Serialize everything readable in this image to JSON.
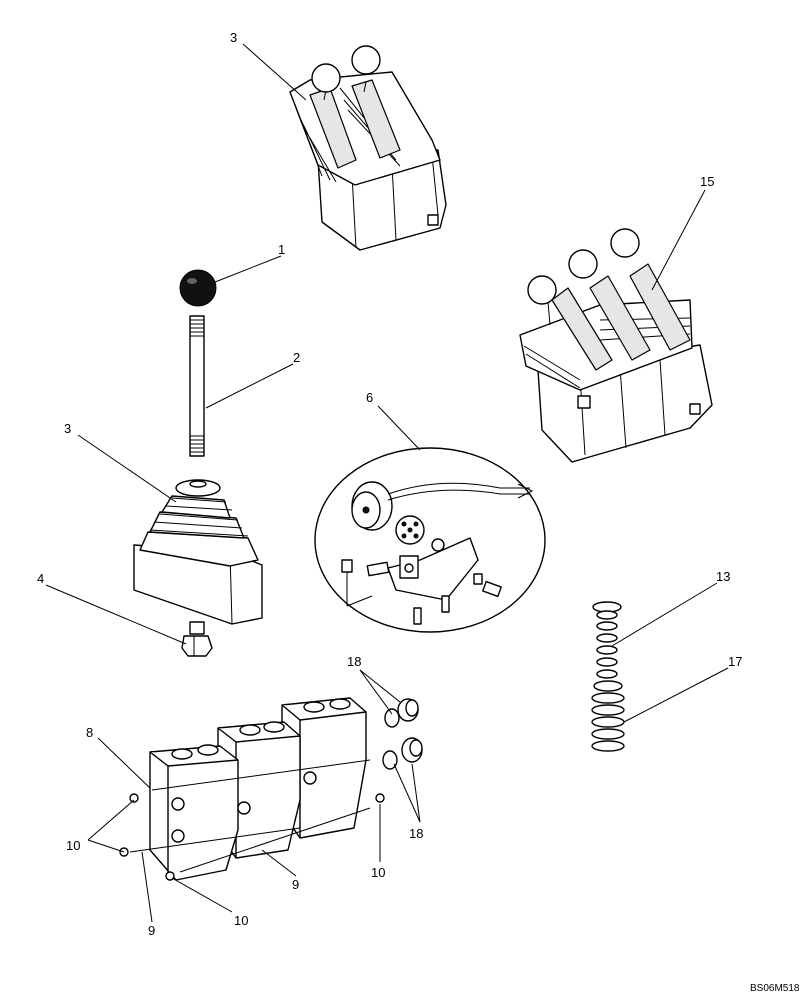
{
  "figure": {
    "drawing_code": "BS06M518",
    "callouts": [
      {
        "id": "c3a",
        "text": "3"
      },
      {
        "id": "c15",
        "text": "15"
      },
      {
        "id": "c1",
        "text": "1"
      },
      {
        "id": "c2",
        "text": "2"
      },
      {
        "id": "c3b",
        "text": "3"
      },
      {
        "id": "c6",
        "text": "6"
      },
      {
        "id": "c4",
        "text": "4"
      },
      {
        "id": "c13",
        "text": "13"
      },
      {
        "id": "c18a",
        "text": "18"
      },
      {
        "id": "c17",
        "text": "17"
      },
      {
        "id": "c8",
        "text": "8"
      },
      {
        "id": "c18b",
        "text": "18"
      },
      {
        "id": "c10a",
        "text": "10"
      },
      {
        "id": "c9a",
        "text": "9"
      },
      {
        "id": "c10b",
        "text": "10"
      },
      {
        "id": "c9b",
        "text": "9"
      },
      {
        "id": "c10c",
        "text": "10"
      }
    ]
  }
}
